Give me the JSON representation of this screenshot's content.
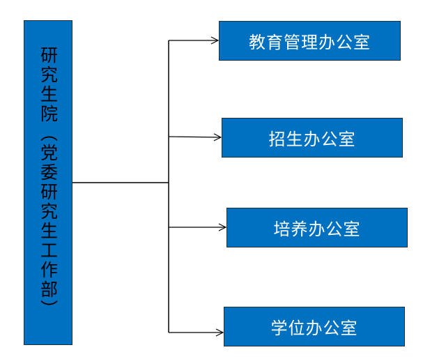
{
  "colors": {
    "box_fill": "#0070C0",
    "box_border": "#1f2f3f",
    "line": "#000000"
  },
  "root": {
    "label": "研究生院（党委研究生工作部）"
  },
  "children": [
    {
      "label": "教育管理办公室"
    },
    {
      "label": "招生办公室"
    },
    {
      "label": "培养办公室"
    },
    {
      "label": "学位办公室"
    }
  ]
}
